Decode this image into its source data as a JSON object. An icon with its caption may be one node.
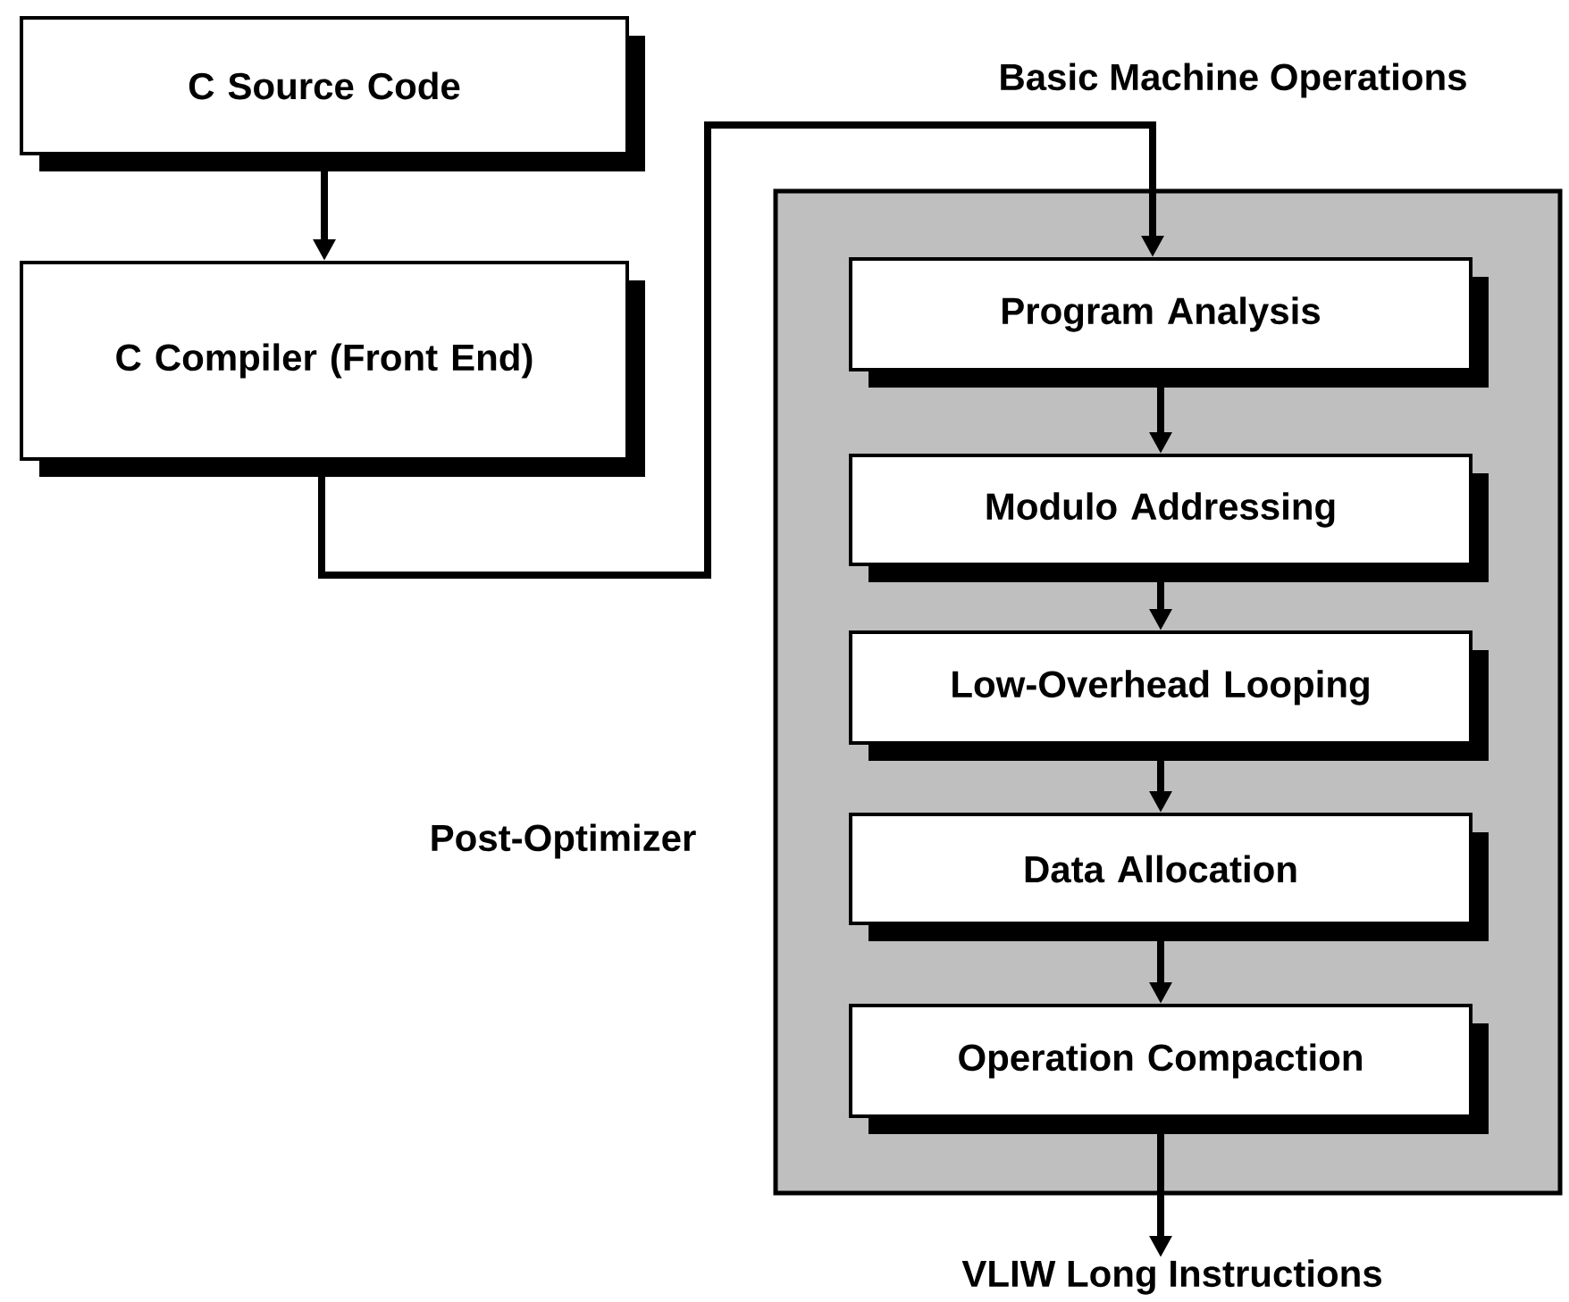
{
  "diagram": {
    "nodes": [
      {
        "text": [
          "C Source Code"
        ]
      },
      {
        "text": [
          "C Compiler (Front End)"
        ]
      },
      {
        "text": [
          "Post-Optimizer"
        ]
      },
      {
        "text": [
          "Program Analysis"
        ],
        "in": 2
      },
      {
        "text": [
          "Modulo Addressing"
        ],
        "in": 2
      },
      {
        "text": [
          "Low-Overhead Looping"
        ],
        "in": 2
      },
      {
        "text": [
          "Data Allocation"
        ],
        "in": 2
      },
      {
        "text": [
          "Operation Compaction"
        ],
        "in": 2
      },
      {
        "text": [
          "VLIW Long Instructions"
        ]
      }
    ],
    "edges": [
      {
        "from": 0,
        "to": 1,
        "arrow": "to"
      },
      {
        "from": 1,
        "to": 3,
        "arrow": "to",
        "label": "Basic Machine Operations"
      },
      {
        "from": 3,
        "to": 4,
        "arrow": "to"
      },
      {
        "from": 4,
        "to": 5,
        "arrow": "to"
      },
      {
        "from": 5,
        "to": 6,
        "arrow": "to"
      },
      {
        "from": 6,
        "to": 7,
        "arrow": "to"
      },
      {
        "from": 7,
        "to": 8,
        "arrow": "to"
      }
    ]
  }
}
